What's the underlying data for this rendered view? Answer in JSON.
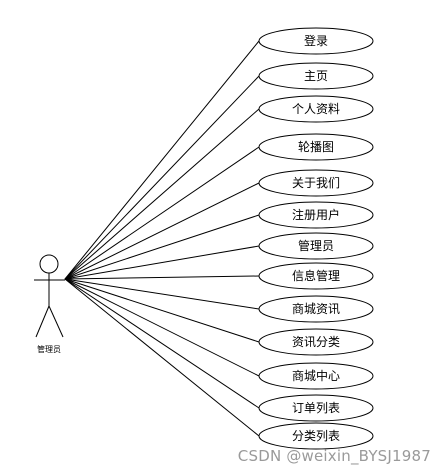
{
  "actor": {
    "label": "管理员"
  },
  "use_cases": [
    {
      "label": "登录"
    },
    {
      "label": "主页"
    },
    {
      "label": "个人资料"
    },
    {
      "label": "轮播图"
    },
    {
      "label": "关于我们"
    },
    {
      "label": "注册用户"
    },
    {
      "label": "管理员"
    },
    {
      "label": "信息管理"
    },
    {
      "label": "商城资讯"
    },
    {
      "label": "资讯分类"
    },
    {
      "label": "商城中心"
    },
    {
      "label": "订单列表"
    },
    {
      "label": "分类列表"
    }
  ],
  "watermark": "CSDN @weixin_BYSJ1987"
}
